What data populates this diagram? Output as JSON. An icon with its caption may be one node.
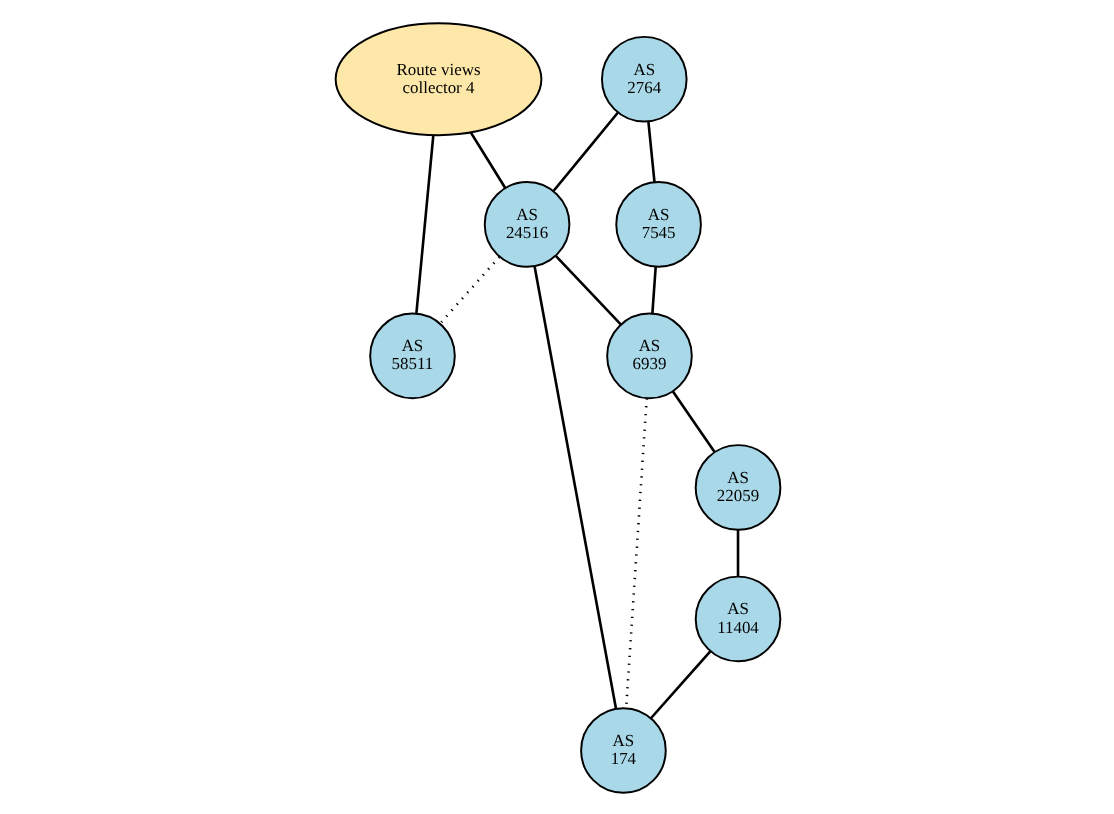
{
  "diagram": {
    "nodes": [
      {
        "text": [
          "Route views collector 4"
        ]
      },
      {
        "text": [
          "AS 2764"
        ]
      },
      {
        "text": [
          "AS 7545"
        ]
      },
      {
        "text": [
          "AS 24516"
        ]
      },
      {
        "text": [
          "AS 6939"
        ]
      },
      {
        "text": [
          "AS 22059"
        ]
      },
      {
        "text": [
          "AS 174"
        ]
      },
      {
        "text": [
          "AS 11404"
        ]
      },
      {
        "text": [
          "AS 58511"
        ]
      }
    ],
    "edges": [
      {
        "from": 1,
        "to": 2,
        "arrow": "none"
      },
      {
        "from": 1,
        "to": 3,
        "arrow": "none"
      },
      {
        "from": 2,
        "to": 4,
        "arrow": "none"
      },
      {
        "from": 3,
        "to": 4,
        "arrow": "none"
      },
      {
        "from": 4,
        "to": 5,
        "arrow": "none"
      },
      {
        "from": 5,
        "to": 7,
        "arrow": "none"
      },
      {
        "from": 7,
        "to": 6,
        "arrow": "none"
      },
      {
        "from": 3,
        "to": 6,
        "arrow": "none"
      },
      {
        "from": 0,
        "to": 3,
        "arrow": "none"
      },
      {
        "from": 0,
        "to": 8,
        "arrow": "none"
      },
      {
        "from": 3,
        "to": 8,
        "arrow": "none",
        "style": "dashed"
      },
      {
        "from": 4,
        "to": 6,
        "arrow": "none",
        "style": "dashed"
      }
    ]
  }
}
